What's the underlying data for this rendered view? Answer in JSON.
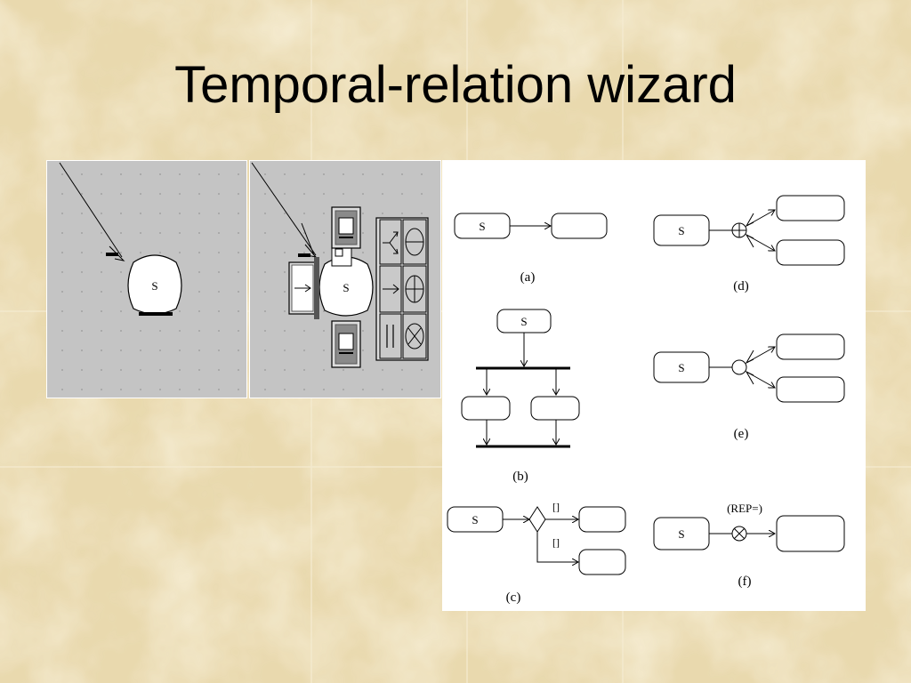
{
  "slide": {
    "title": "Temporal-relation wizard",
    "background_color": "#e8d9b0"
  },
  "wizard": {
    "node_label": "S"
  },
  "patterns": {
    "node_label": "S",
    "captions": [
      "(a)",
      "(b)",
      "(c)",
      "(d)",
      "(e)",
      "(f)"
    ],
    "guard_label": "[]",
    "rep_label": "(REP=)"
  }
}
